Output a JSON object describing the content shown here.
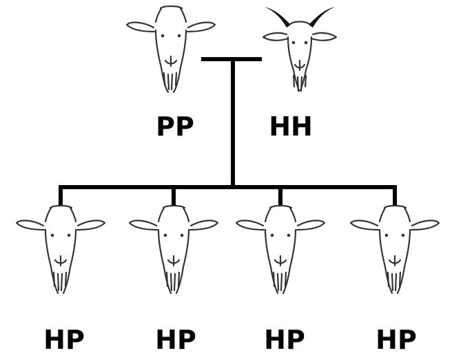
{
  "parents": [
    {
      "genotype": "PP",
      "phenotype": "polled",
      "icon": "polled-goat-icon"
    },
    {
      "genotype": "HH",
      "phenotype": "horned",
      "icon": "horned-goat-icon"
    }
  ],
  "offspring": [
    {
      "genotype": "HP",
      "phenotype": "polled",
      "icon": "polled-goat-icon"
    },
    {
      "genotype": "HP",
      "phenotype": "polled",
      "icon": "polled-goat-icon"
    },
    {
      "genotype": "HP",
      "phenotype": "polled",
      "icon": "polled-goat-icon"
    },
    {
      "genotype": "HP",
      "phenotype": "polled",
      "icon": "polled-goat-icon"
    }
  ],
  "colors": {
    "line": "#000000",
    "label": "#000000",
    "horn": "#111111",
    "sketch": "#333333"
  }
}
